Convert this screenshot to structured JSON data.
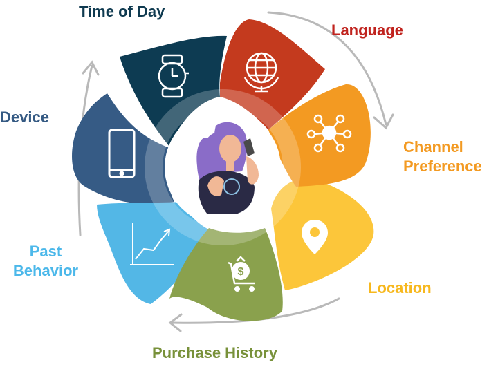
{
  "segments": [
    {
      "id": "time",
      "label": "Time of Day",
      "color": "#0d3b52",
      "label_color": "#0f3a50",
      "icon": "wristwatch-icon"
    },
    {
      "id": "language",
      "label": "Language",
      "color": "#c43a1e",
      "label_color": "#c0231e",
      "icon": "globe-icon"
    },
    {
      "id": "channel",
      "label": "Channel Preference",
      "line1": "Channel",
      "line2": "Preference",
      "color": "#f39a22",
      "label_color": "#f39a22",
      "icon": "network-hub-icon"
    },
    {
      "id": "location",
      "label": "Location",
      "color": "#fcc63a",
      "label_color": "#f7b81e",
      "icon": "map-pin-icon"
    },
    {
      "id": "purchase",
      "label": "Purchase History",
      "color": "#8aa14d",
      "label_color": "#78913a",
      "icon": "money-cart-icon"
    },
    {
      "id": "past",
      "label": "Past Behavior",
      "line1": "Past",
      "line2": "Behavior",
      "color": "#53b7e6",
      "label_color": "#4cb8ea",
      "icon": "line-chart-icon"
    },
    {
      "id": "device",
      "label": "Device",
      "color": "#365b85",
      "label_color": "#355a83",
      "icon": "smartphone-icon"
    }
  ],
  "center": {
    "icon": "woman-on-phone-icon"
  },
  "arrows": {
    "color": "#b9b9b9",
    "icons": [
      "arrow-top-right-icon",
      "arrow-bottom-icon",
      "arrow-left-icon"
    ]
  }
}
